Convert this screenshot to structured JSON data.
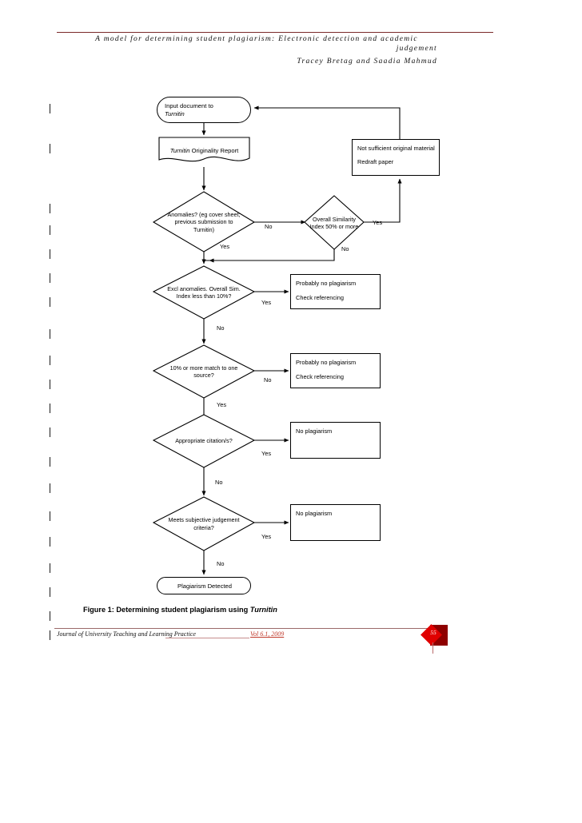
{
  "header": {
    "line1": "A model for determining student plagiarism: Electronic detection and academic",
    "line2": "judgement",
    "line3": "Tracey Bretag and Saadia Mahmud",
    "rule_color": "#7a2a2a"
  },
  "figure": {
    "caption_prefix": "Figure 1: Determining student plagiarism using ",
    "caption_italic": "Turnitin",
    "nodes": {
      "start_line1": "Input document to",
      "start_line2": "Turnitin",
      "report_italic": "Turnitin",
      "report_rest": " Originality Report",
      "redraft_line1": "Not sufficient original material",
      "redraft_line2": "Redraft paper",
      "decision1": "Anomalies? (eg cover sheet; previous submission to Turnitin)",
      "decision2": "Overall Similarity Index 50% or more",
      "decision3": "Excl anomalies. Overall Sim. Index less than 10%?",
      "decision4": "10% or more match to one source?",
      "decision5": "Appropriate citation/s?",
      "decision6": "Meets subjective judgement criteria?",
      "outcome1_line1": "Probably no plagiarism",
      "outcome1_line2": "Check referencing",
      "outcome2_line1": "Probably no plagiarism",
      "outcome2_line2": "Check referencing",
      "outcome3_line1": "No plagiarism",
      "outcome4_line1": "No plagiarism",
      "end": "Plagiarism Detected"
    },
    "edges": {
      "d1_no": "No",
      "d1_yes": "Yes",
      "d2_yes": "Yes",
      "d2_no": "No",
      "d3_yes": "Yes",
      "d3_no": "No",
      "d4_no": "No",
      "d4_yes": "Yes",
      "d5_yes": "Yes",
      "d5_no": "No",
      "d6_yes": "Yes",
      "d6_no": "No"
    }
  },
  "footer": {
    "journal": "Journal of University Teaching and Learning Practice",
    "volume": "Vol 6.1, 2009",
    "page_number": "55",
    "rule_color": "#9b6a6a",
    "volume_color": "#c0392b",
    "badge_color": "#8e0000",
    "badge_diamond_color": "#e00000"
  },
  "change_bars_y": [
    130,
    180,
    255,
    282,
    312,
    342,
    372,
    412,
    445,
    475,
    505,
    535,
    572,
    605,
    640,
    672,
    705,
    735,
    765,
    789
  ]
}
